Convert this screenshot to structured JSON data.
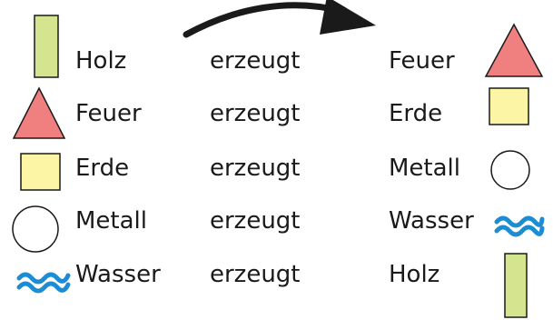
{
  "colors": {
    "wood": "#d4e48f",
    "fire": "#f08080",
    "earth": "#fdf5a6",
    "metal": "#ffffff",
    "water": "#1e8cd2",
    "outline": "#1a1a1a"
  },
  "arrow_icon": "curved-arrow-right",
  "rows": [
    {
      "left": "Holz",
      "left_icon": "wood-bar",
      "verb": "erzeugt",
      "right": "Feuer",
      "right_icon": "fire-triangle"
    },
    {
      "left": "Feuer",
      "left_icon": "fire-triangle",
      "verb": "erzeugt",
      "right": "Erde",
      "right_icon": "earth-square"
    },
    {
      "left": "Erde",
      "left_icon": "earth-square",
      "verb": "erzeugt",
      "right": "Metall",
      "right_icon": "metal-circle"
    },
    {
      "left": "Metall",
      "left_icon": "metal-circle",
      "verb": "erzeugt",
      "right": "Wasser",
      "right_icon": "water-waves"
    },
    {
      "left": "Wasser",
      "left_icon": "water-waves",
      "verb": "erzeugt",
      "right": "Holz",
      "right_icon": "wood-bar"
    }
  ]
}
